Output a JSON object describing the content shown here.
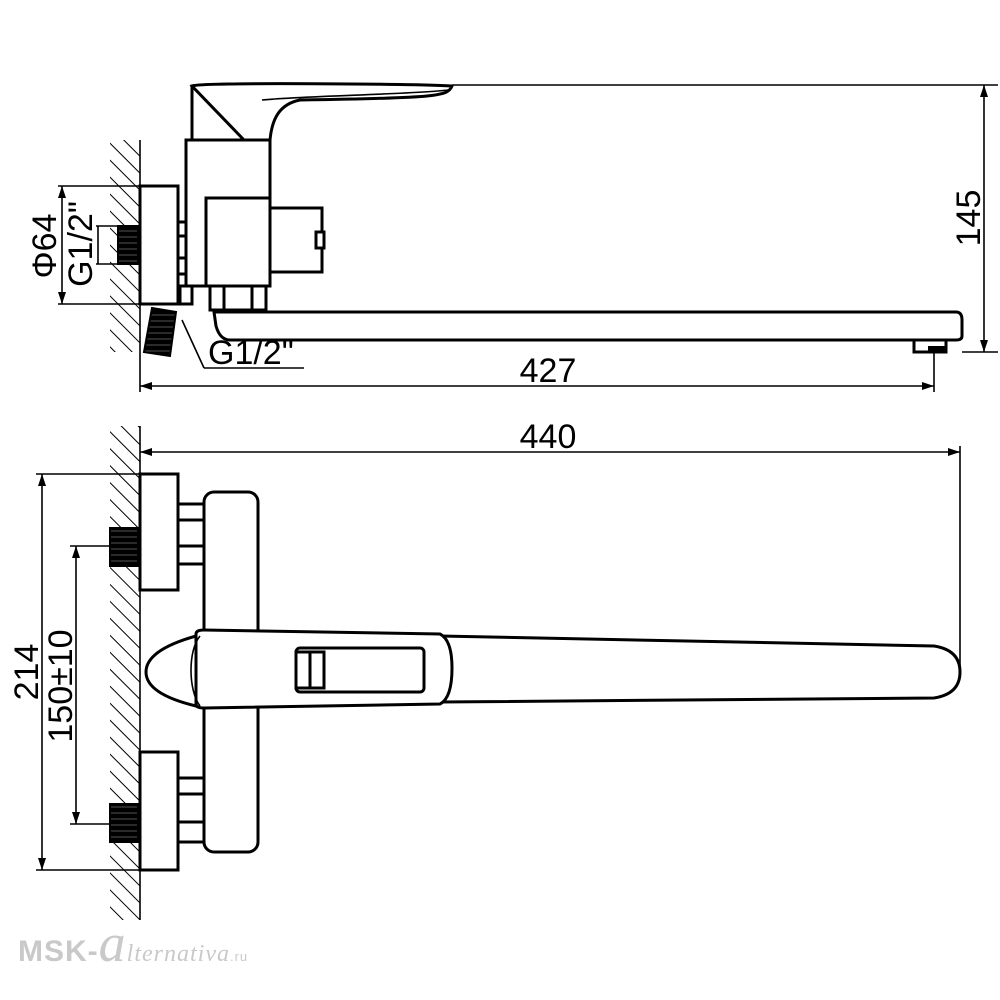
{
  "side_view": {
    "dim_height": "145",
    "dim_length": "427",
    "dim_flange_diameter": "Φ64",
    "dim_thread_top": "G1/2\"",
    "dim_thread_bottom": "G1/2\""
  },
  "top_view": {
    "dim_length": "440",
    "dim_height": "214",
    "dim_center_distance": "150±10"
  },
  "watermark": {
    "prefix": "MSK-",
    "letter": "a",
    "suffix": "lternativa",
    "domain": ".ru"
  },
  "colors": {
    "line": "#000000",
    "background": "#ffffff",
    "watermark": "#c9c9c9"
  }
}
